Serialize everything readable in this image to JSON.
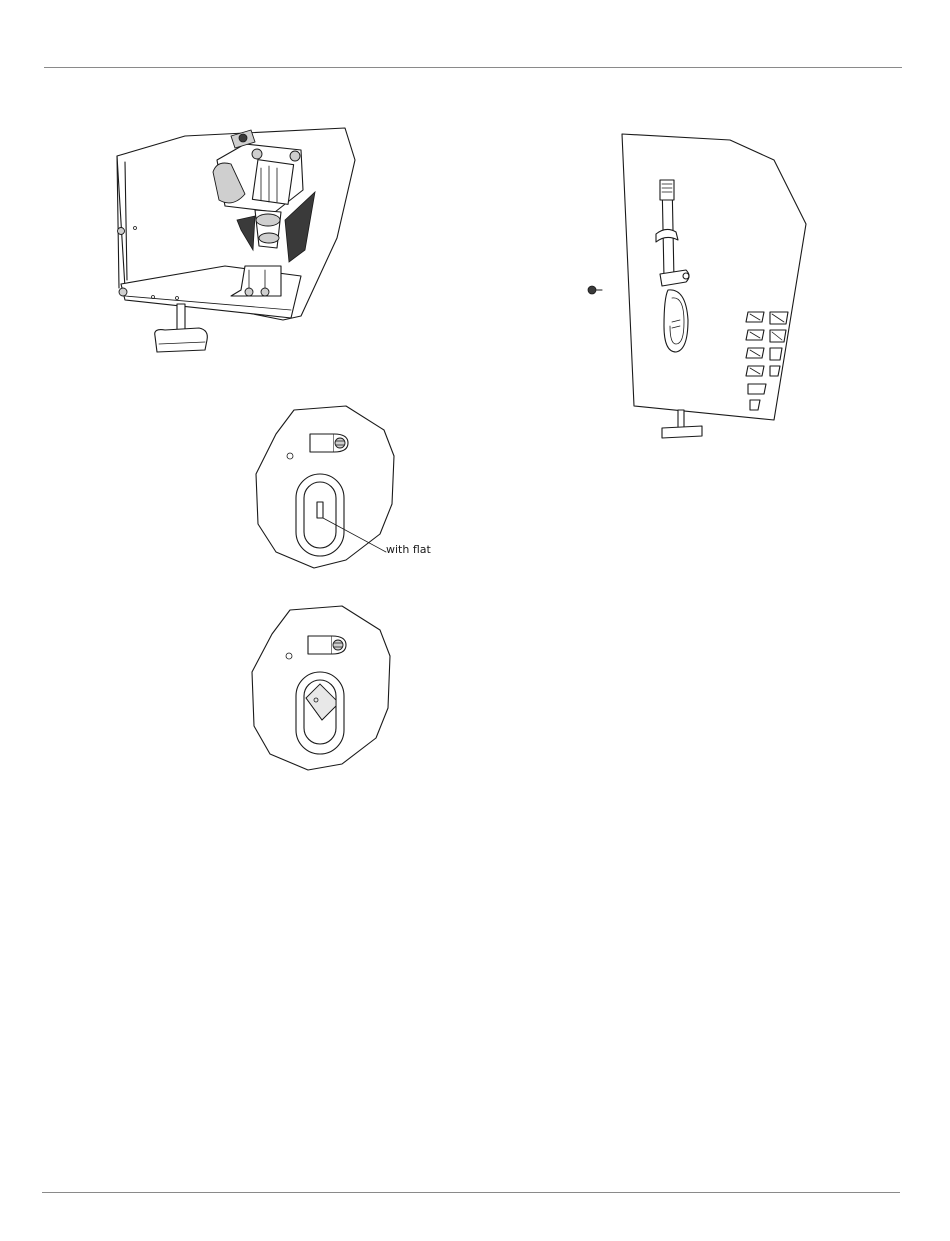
{
  "figures": {
    "detail_callout": "with flat"
  },
  "icons": [
    "valve-assembly-drawing",
    "side-panel-drawing",
    "bracket-detail-with-flat-drawing",
    "bracket-detail-rotated-drawing"
  ]
}
